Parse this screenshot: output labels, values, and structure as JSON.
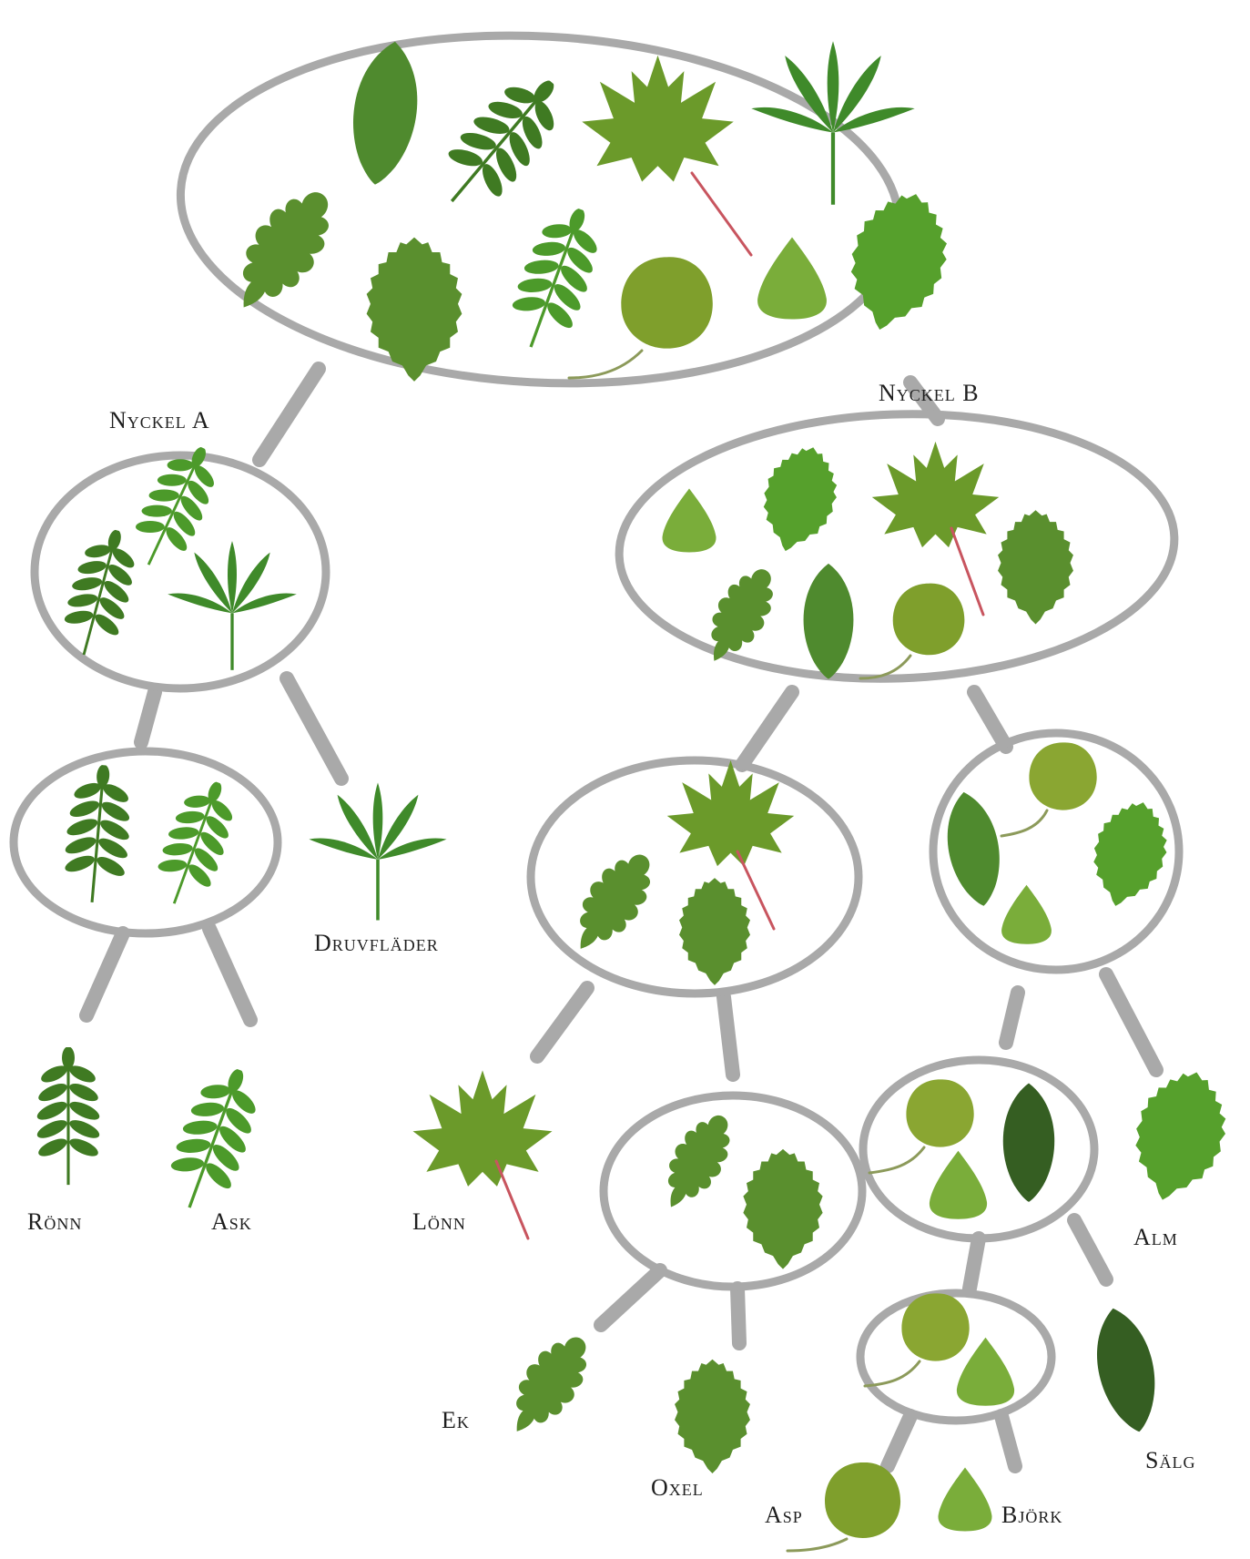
{
  "keys": {
    "a": "Nyckel A",
    "b": "Nyckel B"
  },
  "species": {
    "ronn": "Rönn",
    "ask": "Ask",
    "druvflader": "Druvfläder",
    "lonn": "Lönn",
    "ek": "Ek",
    "oxel": "Oxel",
    "alm": "Alm",
    "salg": "Sälg",
    "asp": "Asp",
    "bjork": "Björk"
  },
  "colors": {
    "line": "#a9a9a9",
    "leaf_dark": "#3d6b22",
    "leaf_mid": "#5a8f2e",
    "leaf_light": "#7aad3a",
    "leaf_yellow": "#8aa632",
    "leaf_willow": "#355e22",
    "maple_stem": "#c8555f"
  }
}
